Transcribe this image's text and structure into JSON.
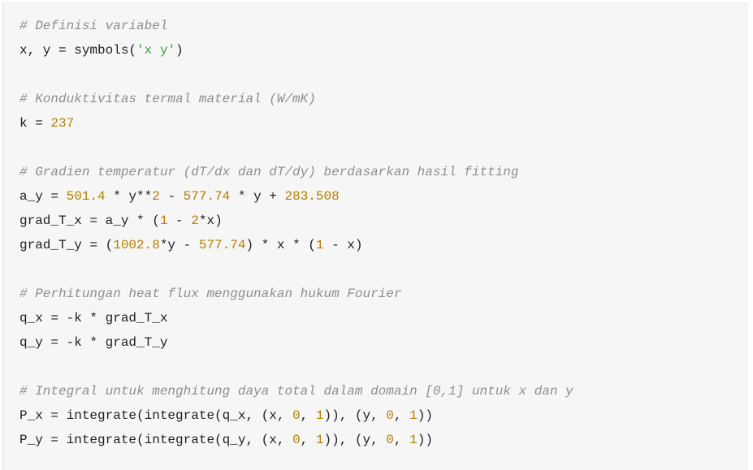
{
  "colors": {
    "comment": "#8e8e8e",
    "number": "#b57f00",
    "string": "#3f9f3f",
    "text": "#1f1f1f",
    "background": "#f6f6f7"
  },
  "code_lines": [
    [
      [
        "comment",
        "# Definisi variabel"
      ]
    ],
    [
      [
        "plain",
        "x, y = symbols("
      ],
      [
        "string",
        "'x y'"
      ],
      [
        "plain",
        ")"
      ]
    ],
    [],
    [
      [
        "comment",
        "# Konduktivitas termal material (W/mK)"
      ]
    ],
    [
      [
        "plain",
        "k = "
      ],
      [
        "number",
        "237"
      ]
    ],
    [],
    [
      [
        "comment",
        "# Gradien temperatur (dT/dx dan dT/dy) berdasarkan hasil fitting"
      ]
    ],
    [
      [
        "plain",
        "a_y = "
      ],
      [
        "number",
        "501.4"
      ],
      [
        "plain",
        " * y**"
      ],
      [
        "number",
        "2"
      ],
      [
        "plain",
        " - "
      ],
      [
        "number",
        "577.74"
      ],
      [
        "plain",
        " * y + "
      ],
      [
        "number",
        "283.508"
      ]
    ],
    [
      [
        "plain",
        "grad_T_x = a_y * ("
      ],
      [
        "number",
        "1"
      ],
      [
        "plain",
        " - "
      ],
      [
        "number",
        "2"
      ],
      [
        "plain",
        "*x)"
      ]
    ],
    [
      [
        "plain",
        "grad_T_y = ("
      ],
      [
        "number",
        "1002.8"
      ],
      [
        "plain",
        "*y - "
      ],
      [
        "number",
        "577.74"
      ],
      [
        "plain",
        ") * x * ("
      ],
      [
        "number",
        "1"
      ],
      [
        "plain",
        " - x)"
      ]
    ],
    [],
    [
      [
        "comment",
        "# Perhitungan heat flux menggunakan hukum Fourier"
      ]
    ],
    [
      [
        "plain",
        "q_x = -k * grad_T_x"
      ]
    ],
    [
      [
        "plain",
        "q_y = -k * grad_T_y"
      ]
    ],
    [],
    [
      [
        "comment",
        "# Integral untuk menghitung daya total dalam domain [0,1] untuk x dan y"
      ]
    ],
    [
      [
        "plain",
        "P_x = integrate(integrate(q_x, (x, "
      ],
      [
        "number",
        "0"
      ],
      [
        "plain",
        ", "
      ],
      [
        "number",
        "1"
      ],
      [
        "plain",
        ")), (y, "
      ],
      [
        "number",
        "0"
      ],
      [
        "plain",
        ", "
      ],
      [
        "number",
        "1"
      ],
      [
        "plain",
        "))"
      ]
    ],
    [
      [
        "plain",
        "P_y = integrate(integrate(q_y, (x, "
      ],
      [
        "number",
        "0"
      ],
      [
        "plain",
        ", "
      ],
      [
        "number",
        "1"
      ],
      [
        "plain",
        ")), (y, "
      ],
      [
        "number",
        "0"
      ],
      [
        "plain",
        ", "
      ],
      [
        "number",
        "1"
      ],
      [
        "plain",
        "))"
      ]
    ]
  ]
}
